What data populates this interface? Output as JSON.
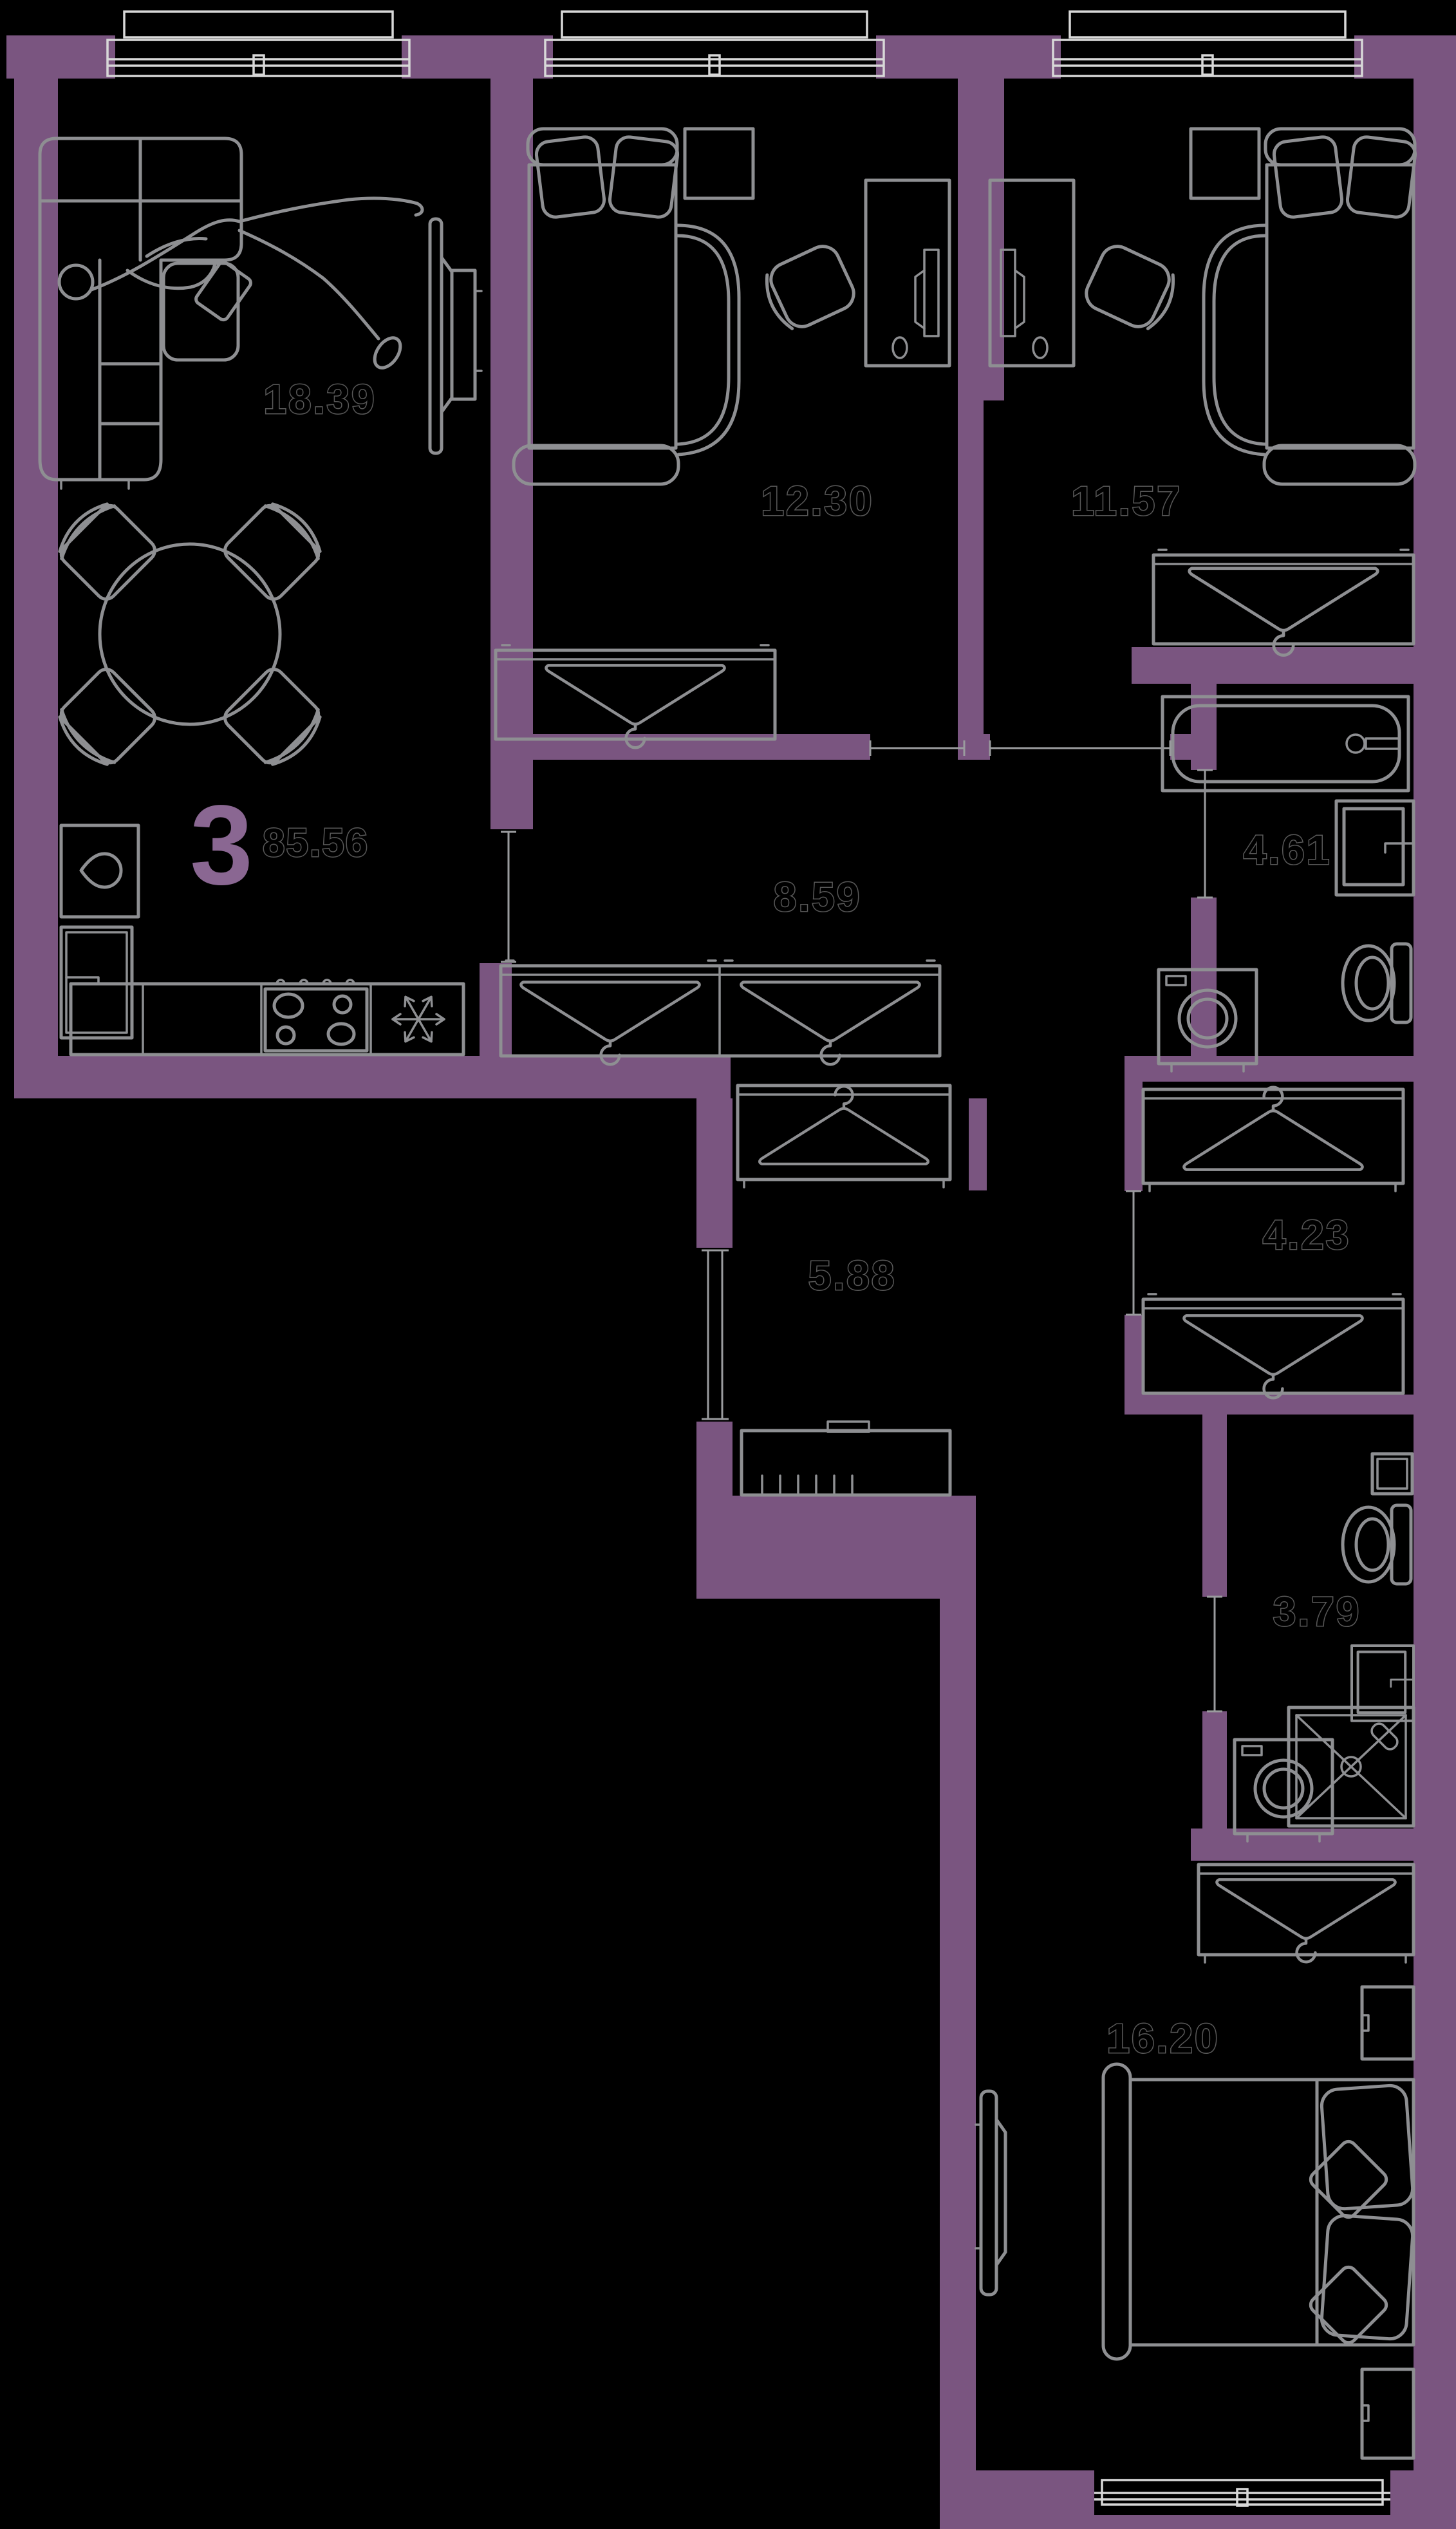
{
  "unit": {
    "rooms_count": "3",
    "total_area": "85.56"
  },
  "rooms": {
    "living": {
      "area": "18.39"
    },
    "bedroom_mid": {
      "area": "12.30"
    },
    "bedroom_right": {
      "area": "11.57"
    },
    "corridor": {
      "area": "8.59"
    },
    "bathroom_main": {
      "area": "4.61"
    },
    "hallway": {
      "area": "5.88"
    },
    "dressing": {
      "area": "4.23"
    },
    "bathroom_small": {
      "area": "3.79"
    },
    "bedroom_master": {
      "area": "16.20"
    }
  },
  "colors": {
    "background": "#000000",
    "wall": "#7a5580",
    "furniture_line": "#8e8f92",
    "window_line": "#d8d8d8",
    "room_number": "#8a6792",
    "area_label_outline": "#585858"
  },
  "icons": [
    "hanger-icon",
    "snowflake-icon",
    "person-figure",
    "tv-icon",
    "stove-burners-icon",
    "sink-drop-icon",
    "shower-cross-icon"
  ]
}
